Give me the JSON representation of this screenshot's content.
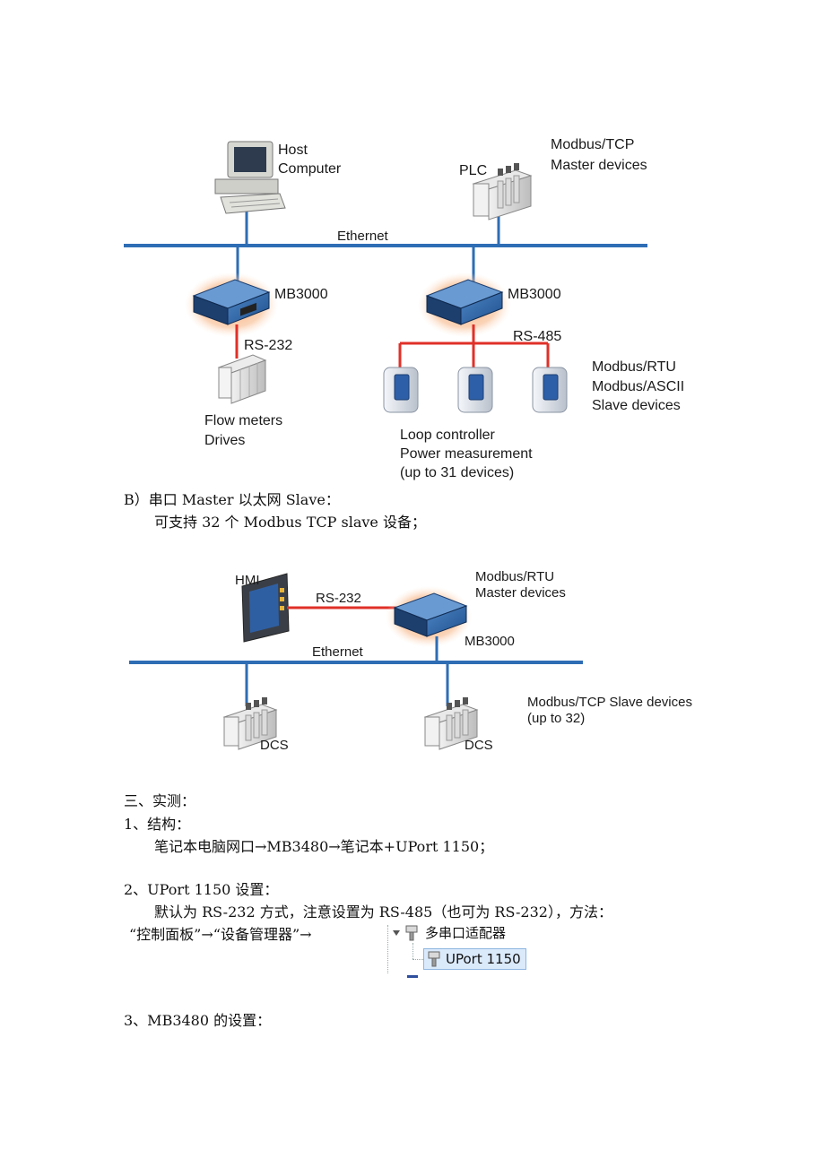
{
  "diagram1": {
    "host_label": [
      "Host",
      "Computer"
    ],
    "plc_label": "PLC",
    "master_label": [
      "Modbus/TCP",
      "Master devices"
    ],
    "ethernet_label": "Ethernet",
    "gw_left_label": "MB3000",
    "gw_right_label": "MB3000",
    "rs232_label": "RS-232",
    "rs485_label": "RS-485",
    "flow_label": [
      "Flow meters",
      "Drives"
    ],
    "slave_label": [
      "Modbus/RTU",
      "Modbus/ASCII",
      "Slave devices"
    ],
    "loop_label": [
      "Loop controller",
      "Power measurement",
      "(up to 31 devices)"
    ]
  },
  "section_b_title": "B）串口 Master 以太网 Slave：",
  "section_b_desc": "可支持 32 个 Modbus  TCP  slave 设备；",
  "diagram2": {
    "hmi_label": "HMI",
    "rs232_label": "RS-232",
    "master_label": [
      "Modbus/RTU",
      "Master devices"
    ],
    "gw_label": "MB3000",
    "ethernet_label": "Ethernet",
    "dcs_left_label": "DCS",
    "dcs_right_label": "DCS",
    "slave_label": [
      "Modbus/TCP Slave devices",
      "(up to 32)"
    ]
  },
  "section3_title": "三、实测：",
  "item1_title": "1、结构：",
  "item1_desc": "笔记本电脑网口→MB3480→笔记本+UPort 1150；",
  "item2_title": "2、UPort 1150 设置：",
  "item2_desc": "默认为 RS-232 方式，注意设置为 RS-485（也可为 RS-232），方法：",
  "item2_path": "“控制面板”→“设备管理器”→",
  "tree": {
    "parent_label": "多串口适配器",
    "child_label": "UPort 1150"
  },
  "item3_title": "3、MB3480 的设置：",
  "colors": {
    "ethernet": "#2e6db4",
    "serial": "#e03028",
    "gateway_glow": "#f0a060"
  }
}
